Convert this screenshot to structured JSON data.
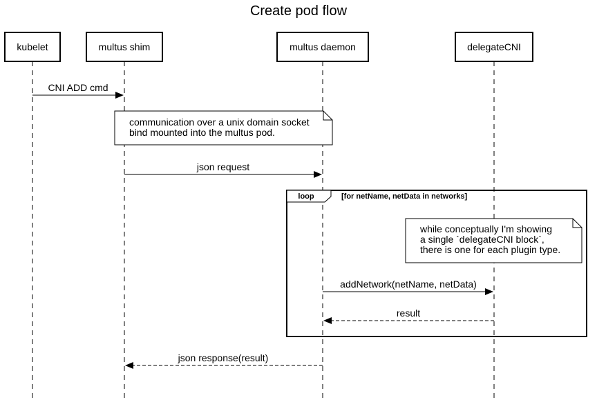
{
  "title": "Create pod flow",
  "participants": [
    {
      "id": "kubelet",
      "label": "kubelet"
    },
    {
      "id": "shim",
      "label": "multus shim"
    },
    {
      "id": "daemon",
      "label": "multus daemon"
    },
    {
      "id": "delegate",
      "label": "delegateCNI"
    }
  ],
  "messages": [
    {
      "from": "kubelet",
      "to": "shim",
      "label": "CNI ADD cmd",
      "style": "solid"
    },
    {
      "from": "shim",
      "to": "daemon",
      "label": "json request",
      "style": "solid"
    },
    {
      "from": "daemon",
      "to": "delegate",
      "label": "addNetwork(netName, netData)",
      "style": "solid"
    },
    {
      "from": "delegate",
      "to": "daemon",
      "label": "result",
      "style": "dashed"
    },
    {
      "from": "daemon",
      "to": "shim",
      "label": "json response(result)",
      "style": "dashed"
    }
  ],
  "notes": [
    {
      "lines": [
        "communication over a unix domain socket",
        "bind mounted into the multus pod."
      ]
    },
    {
      "lines": [
        "while conceptually I'm showing",
        "a single `delegateCNI block`,",
        "there is one for each plugin type."
      ]
    }
  ],
  "loop": {
    "tag": "loop",
    "condition": "[for netName, netData in networks]"
  }
}
